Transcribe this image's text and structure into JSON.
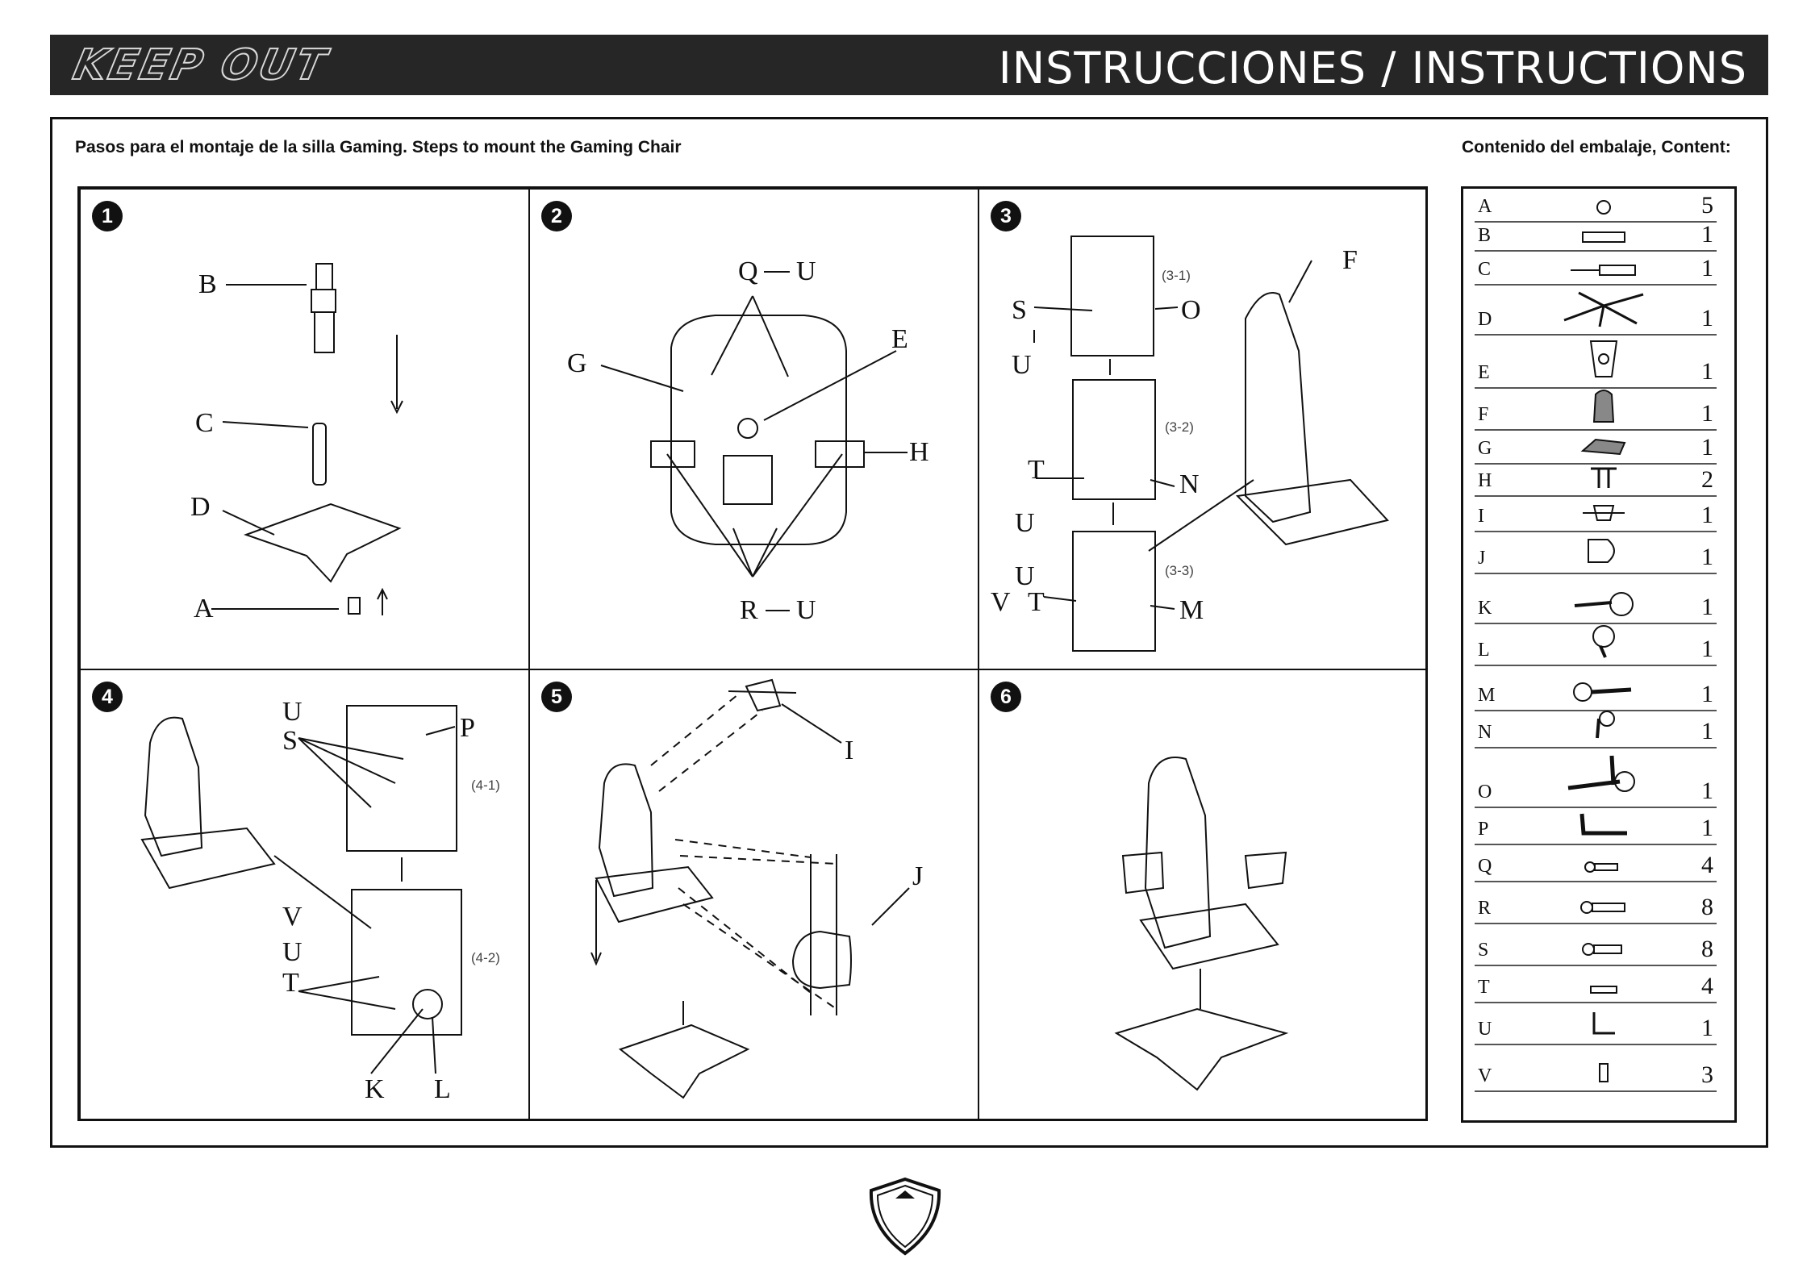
{
  "header": {
    "brand": "KEEP OUT",
    "title": "INSTRUCCIONES / INSTRUCTIONS"
  },
  "intro": {
    "steps_text": "Pasos para el montaje de la silla Gaming. Steps to mount the Gaming Chair",
    "content_text": "Contenido del embalaje, Content:"
  },
  "steps": [
    {
      "number": "1",
      "labels": [
        "B",
        "C",
        "D",
        "A"
      ]
    },
    {
      "number": "2",
      "labels": [
        "Q",
        "U",
        "E",
        "G",
        "H",
        "R",
        "U"
      ]
    },
    {
      "number": "3",
      "labels": [
        "F",
        "(3-1)",
        "S",
        "U",
        "O",
        "(3-2)",
        "T",
        "U",
        "N",
        "(3-3)",
        "U",
        "V",
        "T",
        "M"
      ]
    },
    {
      "number": "4",
      "labels": [
        "U",
        "S",
        "P",
        "(4-1)",
        "V",
        "U",
        "T",
        "(4-2)",
        "K",
        "L"
      ]
    },
    {
      "number": "5",
      "labels": [
        "I",
        "J"
      ]
    },
    {
      "number": "6",
      "labels": []
    }
  ],
  "parts": [
    {
      "letter": "A",
      "qty": "5",
      "icon": "caster-wheel-icon"
    },
    {
      "letter": "B",
      "qty": "1",
      "icon": "gas-lift-cover-icon"
    },
    {
      "letter": "C",
      "qty": "1",
      "icon": "gas-lift-icon"
    },
    {
      "letter": "D",
      "qty": "1",
      "icon": "star-base-icon"
    },
    {
      "letter": "E",
      "qty": "1",
      "icon": "tilt-mechanism-icon"
    },
    {
      "letter": "F",
      "qty": "1",
      "icon": "backrest-icon"
    },
    {
      "letter": "G",
      "qty": "1",
      "icon": "seat-icon"
    },
    {
      "letter": "H",
      "qty": "2",
      "icon": "armrest-icon"
    },
    {
      "letter": "I",
      "qty": "1",
      "icon": "head-pillow-icon"
    },
    {
      "letter": "J",
      "qty": "1",
      "icon": "lumbar-pillow-icon"
    },
    {
      "letter": "K",
      "qty": "1",
      "icon": "left-cover-icon"
    },
    {
      "letter": "L",
      "qty": "1",
      "icon": "right-cover-icon"
    },
    {
      "letter": "M",
      "qty": "1",
      "icon": "left-bracket-icon"
    },
    {
      "letter": "N",
      "qty": "1",
      "icon": "right-bracket-icon"
    },
    {
      "letter": "O",
      "qty": "1",
      "icon": "recline-bracket-icon"
    },
    {
      "letter": "P",
      "qty": "1",
      "icon": "bracket-plate-icon"
    },
    {
      "letter": "Q",
      "qty": "4",
      "icon": "screw-short-icon"
    },
    {
      "letter": "R",
      "qty": "8",
      "icon": "screw-long-icon"
    },
    {
      "letter": "S",
      "qty": "8",
      "icon": "screw-medium-icon"
    },
    {
      "letter": "T",
      "qty": "4",
      "icon": "screw-small-icon"
    },
    {
      "letter": "U",
      "qty": "1",
      "icon": "allen-key-icon"
    },
    {
      "letter": "V",
      "qty": "3",
      "icon": "spare-screw-icon"
    }
  ]
}
